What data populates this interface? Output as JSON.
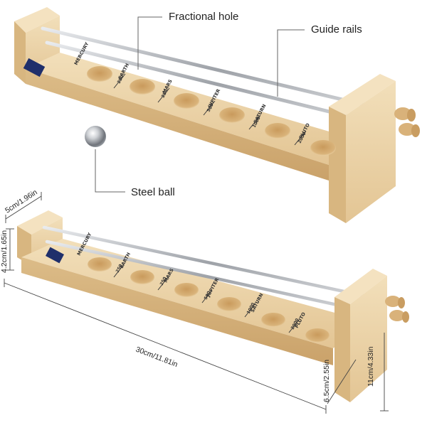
{
  "callouts": {
    "fractional_hole": "Fractional hole",
    "guide_rails": "Guide rails",
    "steel_ball": "Steel ball"
  },
  "planets": [
    "MERCURY",
    "EARTH",
    "MARS",
    "JUPITER",
    "SATURN",
    "PLUTO"
  ],
  "scores": [
    "250",
    "250",
    "500",
    "1000",
    "2000"
  ],
  "dimensions": {
    "width": "5cm/1.96in",
    "height": "4.2cm/1.65in",
    "length": "30cm/11.81in",
    "end_height": "11cm/4.33in",
    "end_width": "6.5cm/2.55in"
  },
  "colors": {
    "wood_light": "#efd9b0",
    "wood_dark": "#d9b985",
    "rail": "#b9bcc2",
    "line": "#555555"
  }
}
